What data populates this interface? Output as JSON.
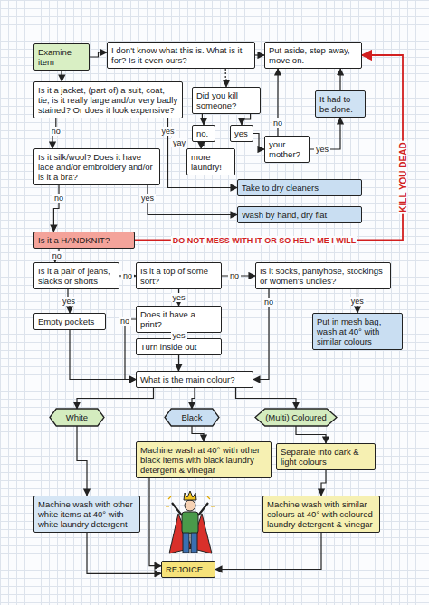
{
  "diagram": {
    "nodes": [
      {
        "text": [
          "Examine item"
        ]
      },
      {
        "text": [
          "I don't know what this is. What is it for? Is it even ours?"
        ]
      },
      {
        "text": [
          "Put aside, step away, move on."
        ]
      },
      {
        "text": [
          "Is it a jacket, (part of) a suit, coat, tie, is it really large and/or very badly stained? Or does it look expensive?"
        ]
      },
      {
        "text": [
          "Did you kill someone?"
        ]
      },
      {
        "text": [
          "no."
        ]
      },
      {
        "text": [
          "yes"
        ]
      },
      {
        "text": [
          "your mother?"
        ]
      },
      {
        "text": [
          "It had to be done."
        ]
      },
      {
        "text": [
          "more laundry!"
        ]
      },
      {
        "text": [
          "Is it silk/wool? Does it have lace and/or embroidery and/or is it a bra?"
        ]
      },
      {
        "text": [
          "Take to dry cleaners"
        ]
      },
      {
        "text": [
          "Wash by hand, dry flat"
        ]
      },
      {
        "text": [
          "Is it a HANDKNIT?"
        ]
      },
      {
        "text": [
          "Is it a pair of jeans, slacks or shorts"
        ]
      },
      {
        "text": [
          "Is it a top of some sort?"
        ]
      },
      {
        "text": [
          "Is it socks, pantyhose, stockings or women's undies?"
        ]
      },
      {
        "text": [
          "Empty pockets"
        ]
      },
      {
        "text": [
          "Does it have a print?"
        ]
      },
      {
        "text": [
          "Put in mesh bag, wash at 40° with similar colours"
        ]
      },
      {
        "text": [
          "Turn inside out"
        ]
      },
      {
        "text": [
          "What is the main colour?"
        ]
      },
      {
        "text": [
          "White"
        ]
      },
      {
        "text": [
          "Black"
        ]
      },
      {
        "text": [
          "(Multi) Coloured"
        ]
      },
      {
        "text": [
          "Machine wash at 40° with other black items with black laundry detergent & vinegar"
        ]
      },
      {
        "text": [
          "Separate into dark & light colours"
        ]
      },
      {
        "text": [
          "Machine wash with other white items at 40° with white laundry detergent"
        ]
      },
      {
        "text": [
          "Machine wash with similar colours at 40° with coloured laundry detergent & vinegar"
        ]
      },
      {
        "text": [
          "REJOICE"
        ]
      }
    ],
    "edges": [
      {
        "from": 0,
        "to": 1,
        "arrow": "to"
      },
      {
        "from": 1,
        "to": 2,
        "arrow": "to"
      },
      {
        "from": 0,
        "to": 3,
        "arrow": "to"
      },
      {
        "from": 1,
        "to": 4,
        "arrow": "to"
      },
      {
        "from": 4,
        "to": 5,
        "arrow": "to"
      },
      {
        "from": 4,
        "to": 6,
        "arrow": "to"
      },
      {
        "from": 6,
        "to": 7,
        "arrow": "to"
      },
      {
        "from": 7,
        "to": 8,
        "label": "yes",
        "arrow": "to"
      },
      {
        "from": 7,
        "to": 2,
        "label": "no",
        "arrow": "to"
      },
      {
        "from": 8,
        "to": 2,
        "arrow": "to"
      },
      {
        "from": 5,
        "to": 9,
        "label": "yay",
        "arrow": "to"
      },
      {
        "from": 3,
        "to": 11,
        "label": "yes",
        "arrow": "to"
      },
      {
        "from": 3,
        "to": 10,
        "label": "no",
        "arrow": "to"
      },
      {
        "from": 10,
        "to": 12,
        "label": "yes",
        "arrow": "to"
      },
      {
        "from": 10,
        "to": 13,
        "label": "no",
        "arrow": "to"
      },
      {
        "from": 13,
        "to": 2,
        "label": "DO NOT MESS WITH IT OR SO HELP ME I WILL",
        "arrow": "to"
      },
      {
        "from": 13,
        "to": 14,
        "label": "no",
        "arrow": "to"
      },
      {
        "from": 14,
        "to": 15,
        "label": "no",
        "arrow": "to"
      },
      {
        "from": 15,
        "to": 16,
        "label": "no",
        "arrow": "to"
      },
      {
        "from": 14,
        "to": 17,
        "label": "yes",
        "arrow": "to"
      },
      {
        "from": 15,
        "to": 18,
        "label": "yes",
        "arrow": "to"
      },
      {
        "from": 16,
        "to": 19,
        "label": "yes",
        "arrow": "to"
      },
      {
        "from": 16,
        "to": 21,
        "label": "no",
        "arrow": "to"
      },
      {
        "from": 18,
        "to": 20,
        "label": "yes",
        "arrow": "to"
      },
      {
        "from": 18,
        "to": 21,
        "label": "no",
        "arrow": "to"
      },
      {
        "from": 17,
        "to": 21,
        "arrow": "to"
      },
      {
        "from": 20,
        "to": 21,
        "arrow": "to"
      },
      {
        "from": 21,
        "to": 22,
        "arrow": "to"
      },
      {
        "from": 21,
        "to": 23,
        "arrow": "to"
      },
      {
        "from": 21,
        "to": 24,
        "arrow": "to"
      },
      {
        "from": 22,
        "to": 27,
        "arrow": "to"
      },
      {
        "from": 23,
        "to": 25,
        "arrow": "to"
      },
      {
        "from": 24,
        "to": 26,
        "arrow": "to"
      },
      {
        "from": 26,
        "to": 28,
        "arrow": "to"
      },
      {
        "from": 25,
        "to": 29,
        "arrow": "to"
      },
      {
        "from": 27,
        "to": 29,
        "arrow": "to"
      },
      {
        "from": 28,
        "to": 29,
        "arrow": "to"
      }
    ],
    "labels": [
      "KILL YOU DEAD"
    ]
  }
}
